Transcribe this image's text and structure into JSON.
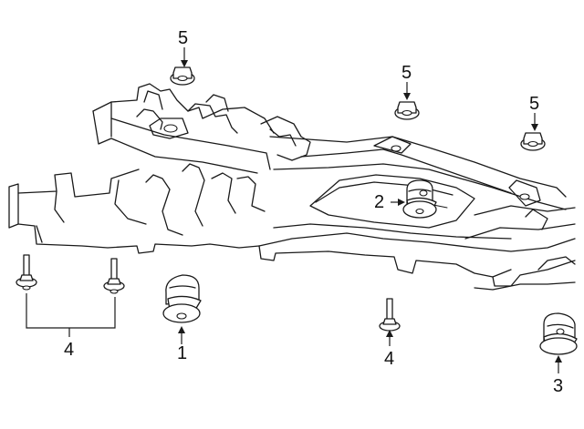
{
  "callouts": {
    "one": "1",
    "two": "2",
    "three": "3",
    "four_left": "4",
    "four_right": "4",
    "five_top": "5",
    "five_mid": "5",
    "five_right": "5"
  },
  "colors": {
    "line": "#1a1a1a",
    "background": "#ffffff"
  }
}
